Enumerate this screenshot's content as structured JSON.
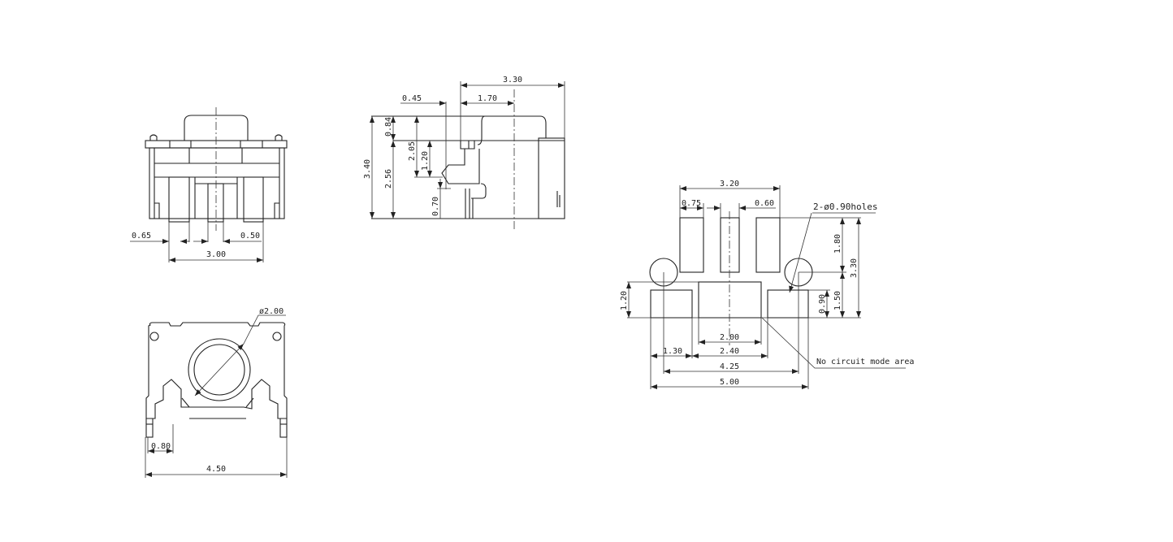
{
  "front_view": {
    "dim_terminal_width": "0.65",
    "dim_center_width": "0.50",
    "dim_overall": "3.00"
  },
  "side_view": {
    "dim_depth": "3.30",
    "dim_offset": "0.45",
    "dim_center": "1.70",
    "dim_height": "3.40",
    "dim_top": "0.84",
    "dim_body": "2.56",
    "dim_actuator": "2.05",
    "dim_step": "1.20",
    "dim_pin": "0.70"
  },
  "bottom_view": {
    "dim_diameter": "ø2.00",
    "dim_leg": "0.80",
    "dim_width": "4.50"
  },
  "footprint": {
    "dim_pad_span": "3.20",
    "dim_pad_width": "0.75",
    "dim_center_pad": "0.60",
    "holes_label": "2-ø0.90holes",
    "dim_top_pad_height": "1.80",
    "dim_total_height": "3.30",
    "dim_lower_height": "1.50",
    "dim_bottom_pad_height": "0.90",
    "dim_mid_pad_height": "1.20",
    "dim_mid_pad_width": "2.00",
    "dim_side_pad_width": "1.30",
    "dim_gap": "2.40",
    "dim_hole_pitch": "4.25",
    "dim_overall_width": "5.00",
    "no_circuit_label": "No circuit mode area"
  }
}
